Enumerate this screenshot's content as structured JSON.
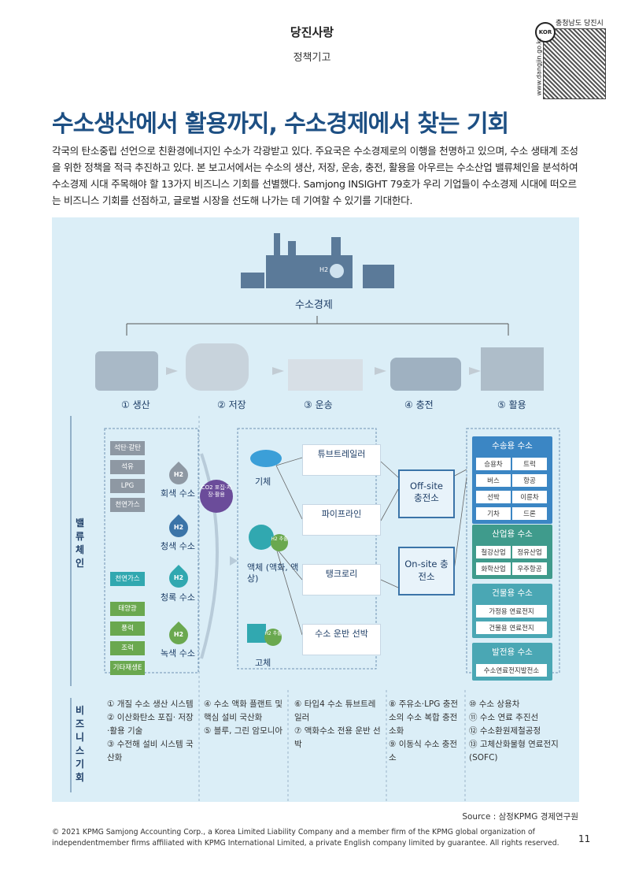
{
  "header": {
    "section": "당진사랑",
    "subsection": "정책기고"
  },
  "qr": {
    "city": "충청남도 당진시",
    "url": "www.dangjin.go.kr",
    "badge": "KOR"
  },
  "title": "수소생산에서 활용까지, 수소경제에서 찾는 기회",
  "body": "각국의 탄소중립 선언으로 친환경에너지인 수소가 각광받고 있다. 주요국은 수소경제로의 이행을 천명하고 있으며, 수소 생태계 조성을 위한 정책을 적극 추진하고 있다. 본 보고서에서는 수소의 생산, 저장, 운송, 충전, 활용을 아우르는 수소산업 밸류체인을 분석하여 수소경제 시대 주목해야 할 13가지 비즈니스 기회를 선별했다. Samjong INSIGHT 79호가 우리 기업들이 수소경제 시대에 떠오르는 비즈니스 기회를 선점하고, 글로벌 시장을 선도해 나가는 데 기여할 수 있기를 기대한다.",
  "figure": {
    "economy_label": "수소경제",
    "h2_sign": "H2",
    "stages": [
      "① 생산",
      "② 저장",
      "③ 운송",
      "④ 충전",
      "⑤ 활용"
    ],
    "value_chain_label": "밸류체인",
    "business_label": "비즈니스기회",
    "sources_grey": [
      "석탄·갈탄",
      "석유",
      "LPG",
      "천연가스"
    ],
    "sources_teal": [
      "천연가스"
    ],
    "sources_green": [
      "태양광",
      "풍력",
      "조력",
      "기타재생E"
    ],
    "h2_types": [
      "회색 수소",
      "청색 수소",
      "청록 수소",
      "녹색 수소"
    ],
    "ccus": "CO2 포집·저장·활용",
    "h2_drop": "H2",
    "states": [
      "기체",
      "액체 (액화, 액상)",
      "고체"
    ],
    "h2_storage_badge": "H2 추출",
    "transport": [
      "튜브트레일러",
      "파이프라인",
      "탱크로리",
      "수소 운반 선박"
    ],
    "stations": [
      "Off-site 충전소",
      "On-site 충전소"
    ],
    "uses": [
      {
        "head": "수송용 수소",
        "items": [
          "승용차",
          "트럭",
          "버스",
          "항공",
          "선박",
          "이륜차",
          "기차",
          "드론"
        ],
        "color": "#3b86c4"
      },
      {
        "head": "산업용 수소",
        "items": [
          "철강산업",
          "정유산업",
          "화학산업",
          "우주항공"
        ],
        "color": "#3f9b8c"
      },
      {
        "head": "건물용 수소",
        "items": [
          "가정용 연료전지",
          "건물용 연료전지"
        ],
        "color": "#4aa7b4"
      },
      {
        "head": "발전용 수소",
        "items": [
          "수소연료전지발전소"
        ],
        "color": "#4aa7b4"
      }
    ],
    "business": [
      [
        "① 개질 수소 생산 시스템",
        "② 이산화탄소 포집· 저장·활용 기술",
        "③ 수전해 설비 시스템 국산화"
      ],
      [
        "④ 수소 액화 플랜트 및 핵심 설비 국산화",
        "⑤ 블루, 그린 암모니아"
      ],
      [
        "⑥ 타입4 수소 튜브트레일러",
        "⑦ 액화수소 전용 운반 선박"
      ],
      [
        "⑧ 주유소·LPG 충전소의 수소 복합 충전소화",
        "⑨ 이동식 수소 충전소"
      ],
      [
        "⑩ 수소 상용차",
        "⑪ 수소 연료 추진선",
        "⑫ 수소환원제철공정",
        "⑬ 고체산화물형 연료전지(SOFC)"
      ]
    ]
  },
  "source": "Source : 삼정KPMG 경제연구원",
  "copyright": "© 2021 KPMG Samjong Accounting Corp., a Korea Limited Liability Company and a member firm of the KPMG global organization of independentmember firms affiliated with KPMG International Limited, a private English company limited by guarantee. All rights reserved.",
  "page_number": "11"
}
